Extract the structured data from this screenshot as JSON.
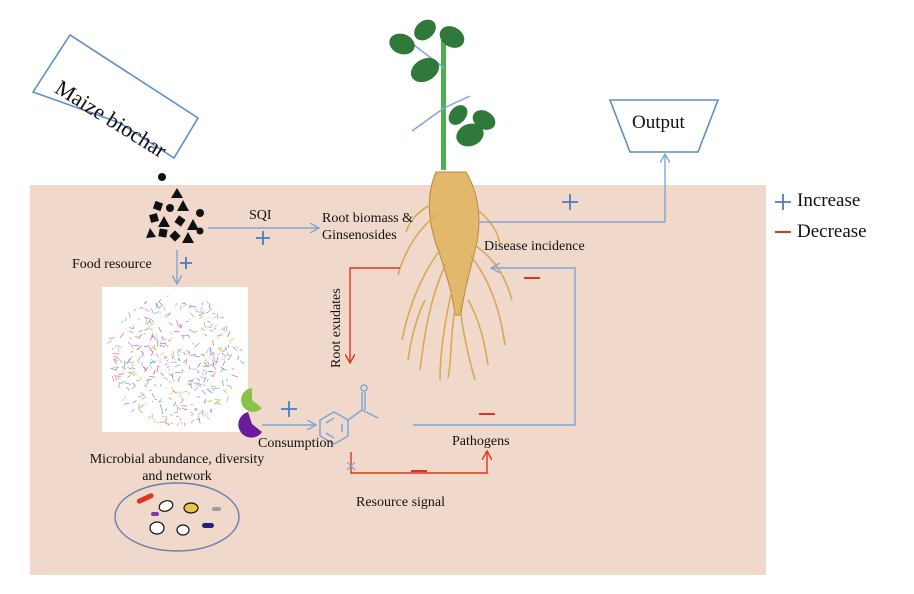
{
  "labels": {
    "maize_biochar": "Maize biochar",
    "output": "Output",
    "food_resource": "Food resource",
    "sqi": "SQI",
    "root_biomass_line1": "Root biomass &",
    "root_biomass_line2": "Ginsenosides",
    "disease_incidence": "Disease incidence",
    "root_exudates": "Root exudates",
    "consumption": "Consumption",
    "pathogens": "Pathogens",
    "resource_signal": "Resource signal",
    "microbial_line1": "Microbial abundance, diversity",
    "microbial_line2": "and network"
  },
  "legend": {
    "increase": {
      "symbol": "+",
      "label": "Increase",
      "color": "#4a7fc1"
    },
    "decrease": {
      "symbol": "—",
      "label": "Decrease",
      "color": "#d9381e"
    }
  },
  "colors": {
    "soil": "#f0d9ca",
    "arrow_blue": "#7fa6d6",
    "arrow_red": "#d9381e",
    "leaf": "#2f7a3a",
    "stem": "#4caf50",
    "root": "#e2b86d"
  },
  "icons": {
    "biochar": "biochar-particles-icon",
    "plant": "ginseng-plant-icon",
    "molecule": "acetophenone-molecule-icon",
    "microbes": "microbe-community-icon"
  }
}
